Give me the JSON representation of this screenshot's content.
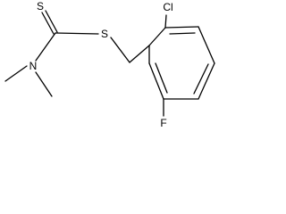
{
  "molecule": {
    "atoms": {
      "thione_s": "S",
      "thioether_s": "S",
      "amine_n": "N",
      "chlorine": "Cl",
      "fluorine": "F"
    }
  }
}
